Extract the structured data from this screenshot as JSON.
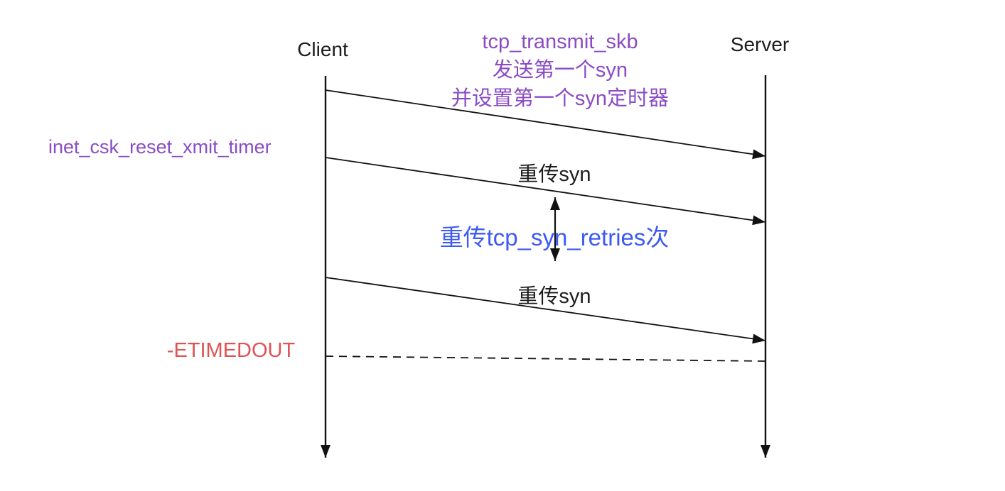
{
  "colors": {
    "line": "#111111",
    "text": "#1c1c1e",
    "purple": "#8a4bc4",
    "blue": "#3d5af2",
    "red": "#df5353",
    "background": "#ffffff"
  },
  "diagram": {
    "actors": {
      "client": "Client",
      "server": "Server"
    },
    "top_note": {
      "line1": "tcp_transmit_skb",
      "line2": "发送第一个syn",
      "line3": "并设置第一个syn定时器"
    },
    "left_note": "inet_csk_reset_xmit_timer",
    "message1_label": "重传syn",
    "message2_label": "重传syn",
    "retries_note": "重传tcp_syn_retries次",
    "error_label": "-ETIMEDOUT"
  }
}
